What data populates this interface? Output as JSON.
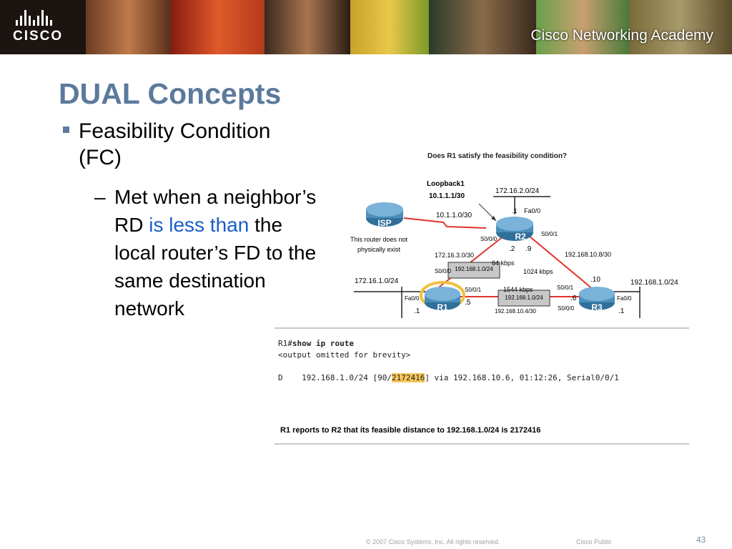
{
  "header": {
    "logo_text": "CISCO",
    "academy": "Cisco Networking Academy"
  },
  "slide": {
    "title": "DUAL Concepts",
    "bullet": "Feasibility Condition (FC)",
    "sub": {
      "dash": "–",
      "part1": "Met when a neighbor’s RD ",
      "highlight": "is less than",
      "part2": " the local router’s FD to the same destination network"
    }
  },
  "diagram": {
    "question": "Does R1 satisfy the feasibility condition?",
    "loopback_label": "Loopback1",
    "loopback_addr": "10.1.1.1/30",
    "isp_name": "ISP",
    "isp_note_1": "This router does not",
    "isp_note_2": "physically exist",
    "isp_link": "10.1.1.0/30",
    "r1_name": "R1",
    "r2_name": "R2",
    "r3_name": "R3",
    "net_r2_lan": "172.16.2.0/24",
    "r2_fa": "Fa0/0",
    "r2_fa_host": ".1",
    "r2_s000": "S0/0/0",
    "r2_s001": "S0/0/1",
    "r2_host_2": ".2",
    "r2_host_9": ".9",
    "net_r1_r2": "172.16.3.0/30",
    "bw_r1_r2": "64 kbps",
    "net_r2_r3": "192.168.10.8/30",
    "bw_r2_r3": "1024 kbps",
    "r3_host_10": ".10",
    "net_r1_lan": "172.16.1.0/24",
    "net_r3_lan": "192.168.1.0/24",
    "r1_fa": "Fa0/0",
    "r1_fa_host": ".1",
    "r1_s000": "S0/0/0",
    "r1_s001": "S0/0/1",
    "r1_host_5": ".5",
    "bw_r1_r3": "1544 kbps",
    "net_r1_r3": "192.168.10.4/30",
    "r3_s000": "S0/0/0",
    "r3_s001": "S0/0/1",
    "r3_host_6": ".6",
    "r3_fa": "Fa0/0",
    "r3_fa_host": ".1",
    "tag_top": "192.168.1.0/24",
    "tag_bottom": "192.168.1.0/24"
  },
  "output": {
    "prompt": "R1#",
    "command": "show ip route",
    "omitted": "<output omitted for brevity>",
    "route_pre": "D    192.168.1.0/24 [90/",
    "route_rd": "2172416",
    "route_post": "] via 192.168.10.6, 01:12:26, Serial0/0/1",
    "note": "R1 reports to R2 that its feasible distance to 192.168.1.0/24 is 2172416"
  },
  "footer": {
    "copyright": "© 2007 Cisco Systems, Inc. All rights reserved.",
    "classification": "Cisco Public",
    "page": "43"
  },
  "colors": {
    "title": "#5b7a9c",
    "highlight_text": "#1a5ec8",
    "link_red": "#e0332b",
    "router_blue": "#2f6f9a"
  }
}
